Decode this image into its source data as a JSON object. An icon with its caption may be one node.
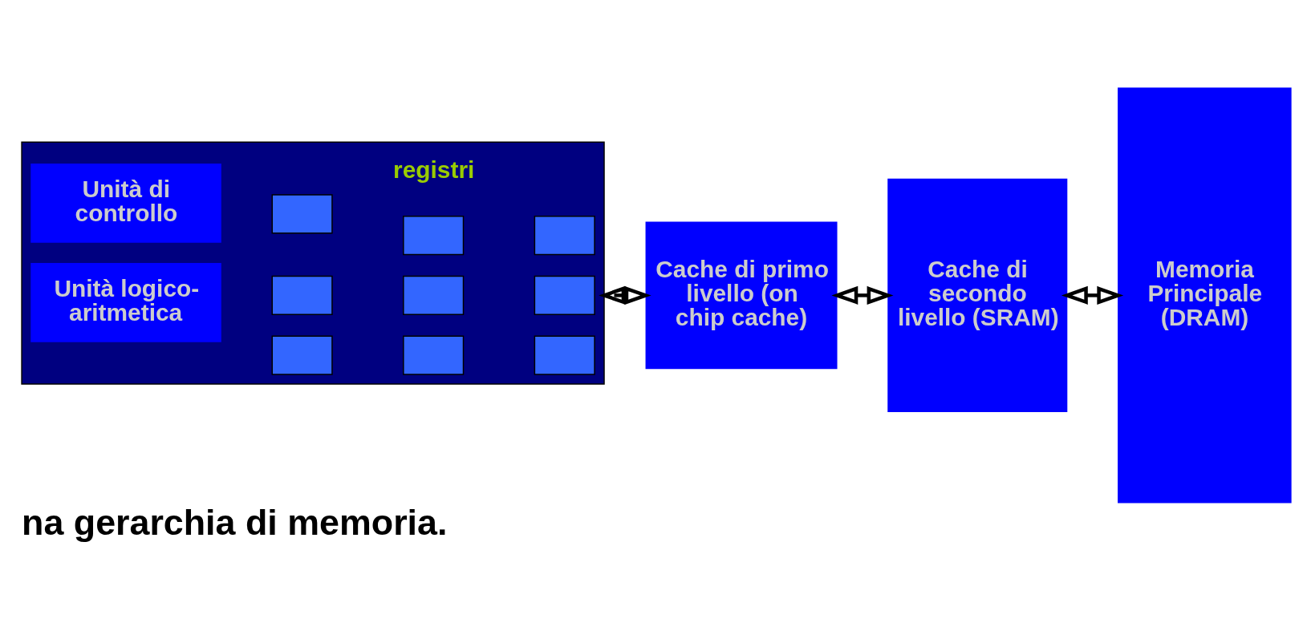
{
  "diagram": {
    "caption": "na gerarchia di memoria.",
    "nodes": [
      {
        "text": [],
        "shape": "box"
      },
      {
        "text": [
          "Unità di controllo"
        ],
        "in": 0
      },
      {
        "text": [
          "Unità logico-aritmetica"
        ],
        "in": 0
      },
      {
        "text": [],
        "shape": "box",
        "in": 0
      },
      {
        "text": [],
        "shape": "box",
        "in": 0
      },
      {
        "text": [],
        "shape": "box",
        "in": 0
      },
      {
        "text": [],
        "shape": "box",
        "in": 0
      },
      {
        "text": [],
        "shape": "box",
        "in": 0
      },
      {
        "text": [],
        "shape": "box",
        "in": 0
      },
      {
        "text": [],
        "shape": "box",
        "in": 0
      },
      {
        "text": [],
        "shape": "box",
        "in": 0
      },
      {
        "text": [],
        "shape": "box",
        "in": 0
      },
      {
        "text": [
          "Cache di primo livello (on chip cache)"
        ]
      },
      {
        "text": [
          "Cache di secondo livello (SRAM)"
        ]
      },
      {
        "text": [
          "Memoria Principale (DRAM)"
        ]
      }
    ],
    "edges": [
      {
        "from": 0,
        "to": 12,
        "arrow": "both"
      },
      {
        "from": 12,
        "to": 13,
        "arrow": "both"
      },
      {
        "from": 13,
        "to": 14,
        "arrow": "both"
      }
    ],
    "labels": [
      "registri"
    ]
  }
}
